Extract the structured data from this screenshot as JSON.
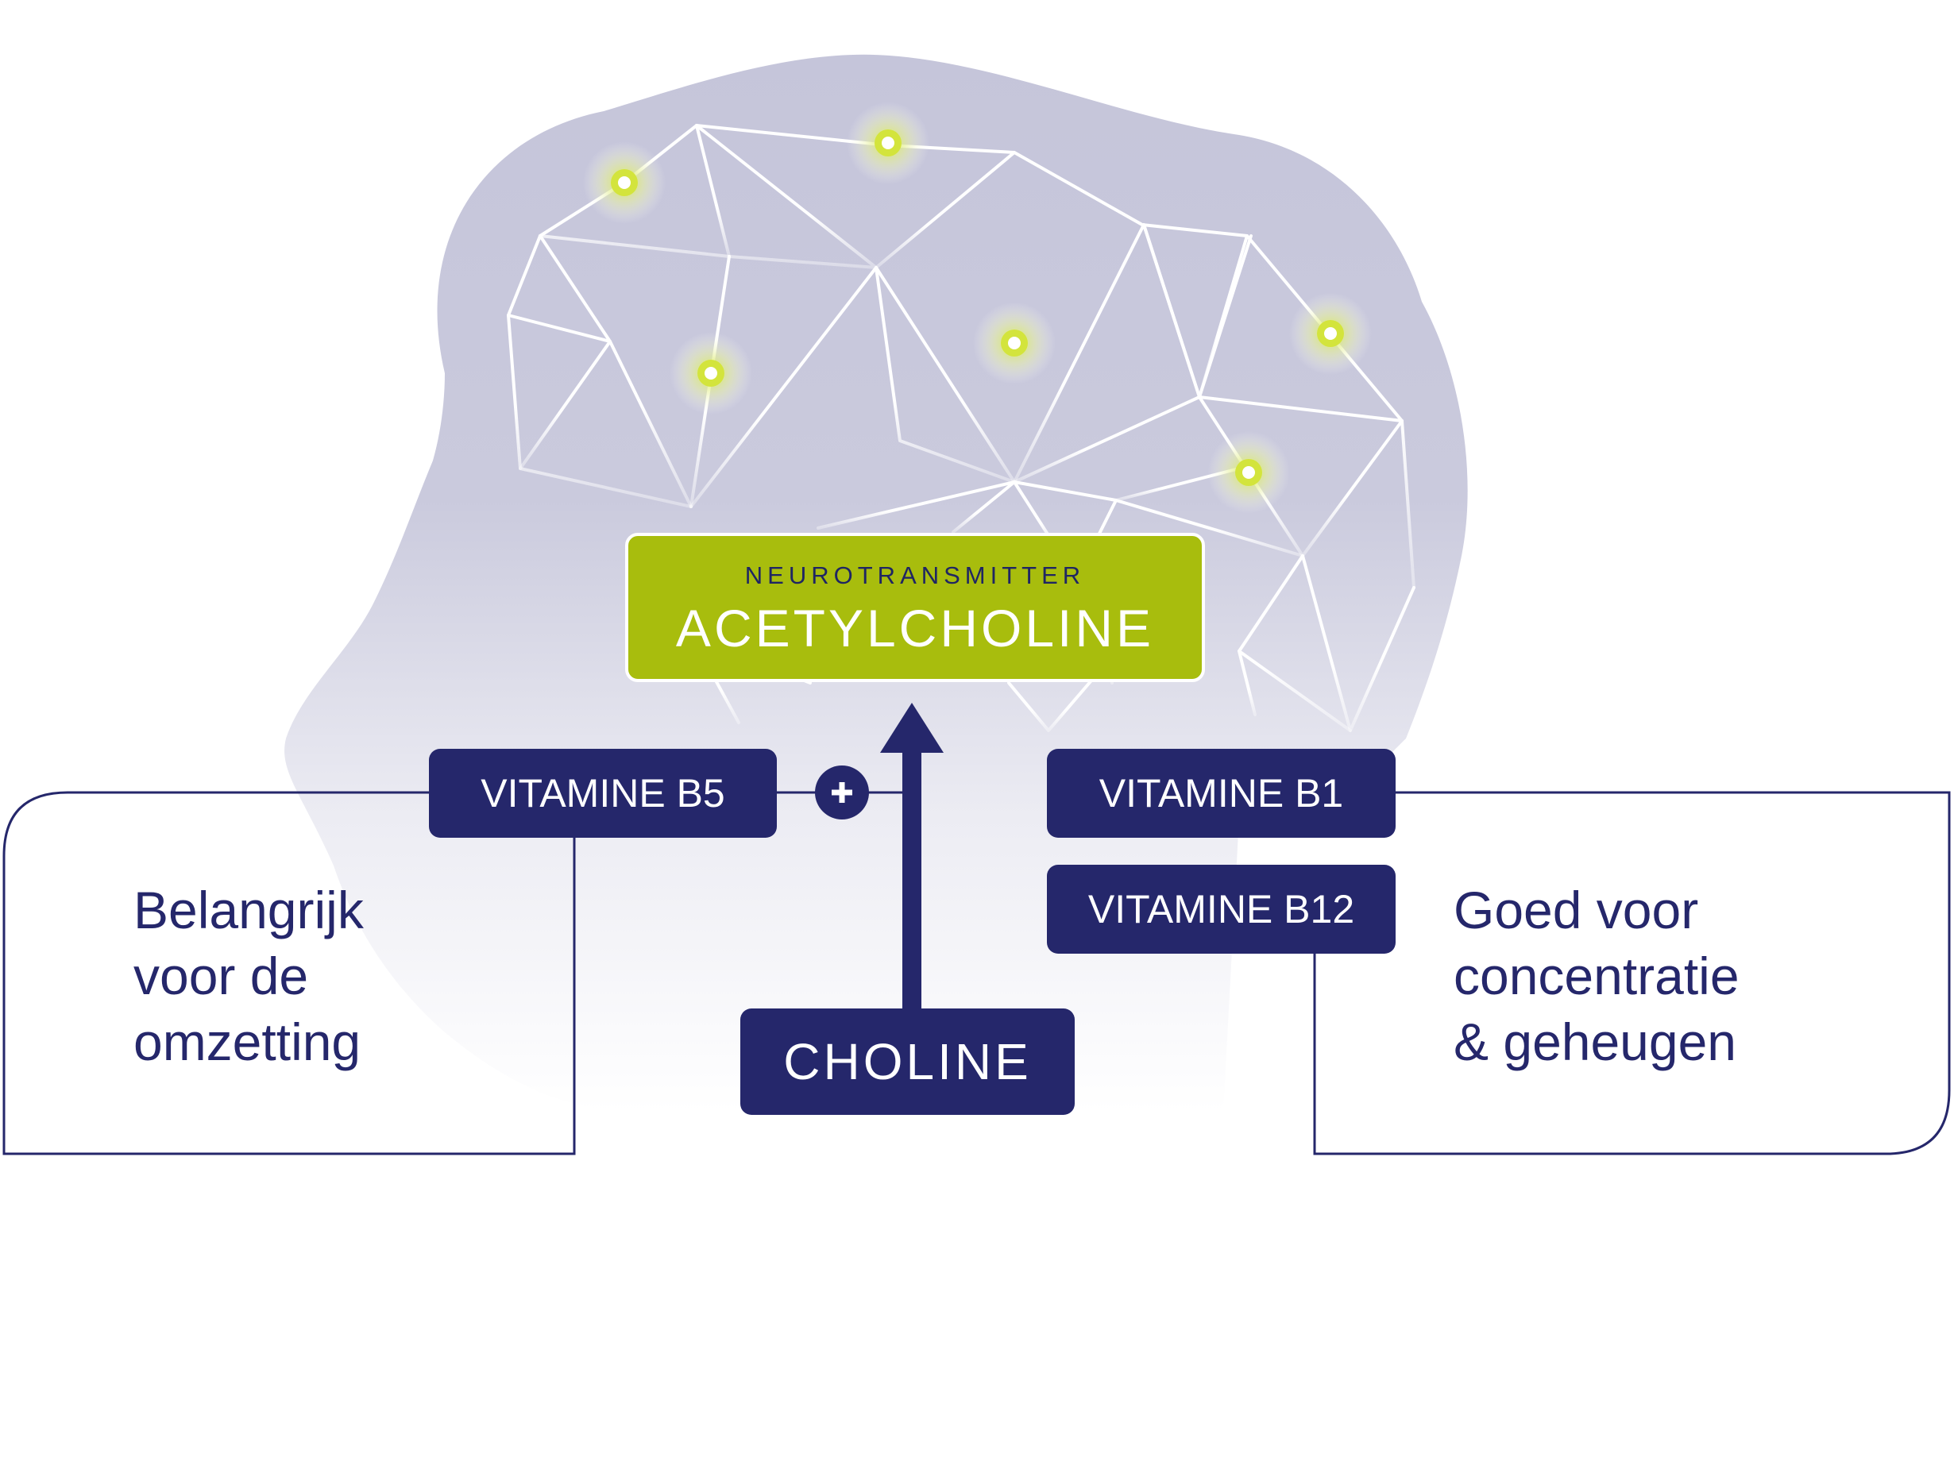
{
  "diagram": {
    "acetylcholine": {
      "kicker": "NEUROTRANSMITTER",
      "title": "ACETYLCHOLINE"
    },
    "choline": "CHOLINE",
    "vitamins": {
      "b5": "VITAMINE B5",
      "b1": "VITAMINE B1",
      "b12": "VITAMINE B12"
    },
    "plus": "+",
    "left_text": [
      "Belangrijk",
      "voor de",
      "omzetting"
    ],
    "right_text": [
      "Goed voor",
      "concentratie",
      "& geheugen"
    ]
  },
  "colors": {
    "navy": "#25276b",
    "lime": "#a8bd0d",
    "head": "#c9c9dd",
    "node_glow": "#d6e83a"
  },
  "icons": [
    "head-silhouette-icon",
    "neural-network-icon",
    "plus-icon",
    "arrow-up-icon"
  ]
}
